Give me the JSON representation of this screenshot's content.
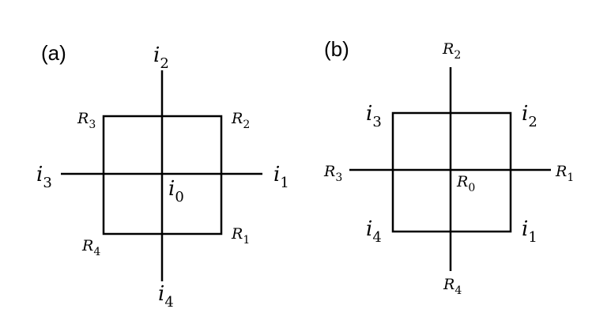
{
  "panels": [
    {
      "label": "(a)",
      "center_label": {
        "base": "i",
        "sub": "0"
      },
      "axis_labels": {
        "top": {
          "base": "i",
          "sub": "2"
        },
        "right": {
          "base": "i",
          "sub": "1"
        },
        "bottom": {
          "base": "i",
          "sub": "4"
        },
        "left": {
          "base": "i",
          "sub": "3"
        }
      },
      "corner_labels": {
        "top_left": {
          "base": "R",
          "sub": "3"
        },
        "top_right": {
          "base": "R",
          "sub": "2"
        },
        "bottom_right": {
          "base": "R",
          "sub": "1"
        },
        "bottom_left": {
          "base": "R",
          "sub": "4"
        }
      }
    },
    {
      "label": "(b)",
      "center_label": {
        "base": "R",
        "sub": "0"
      },
      "axis_labels": {
        "top": {
          "base": "R",
          "sub": "2"
        },
        "right": {
          "base": "R",
          "sub": "1"
        },
        "bottom": {
          "base": "R",
          "sub": "4"
        },
        "left": {
          "base": "R",
          "sub": "3"
        }
      },
      "corner_labels": {
        "top_left": {
          "base": "i",
          "sub": "3"
        },
        "top_right": {
          "base": "i",
          "sub": "2"
        },
        "bottom_right": {
          "base": "i",
          "sub": "1"
        },
        "bottom_left": {
          "base": "i",
          "sub": "4"
        }
      }
    }
  ]
}
